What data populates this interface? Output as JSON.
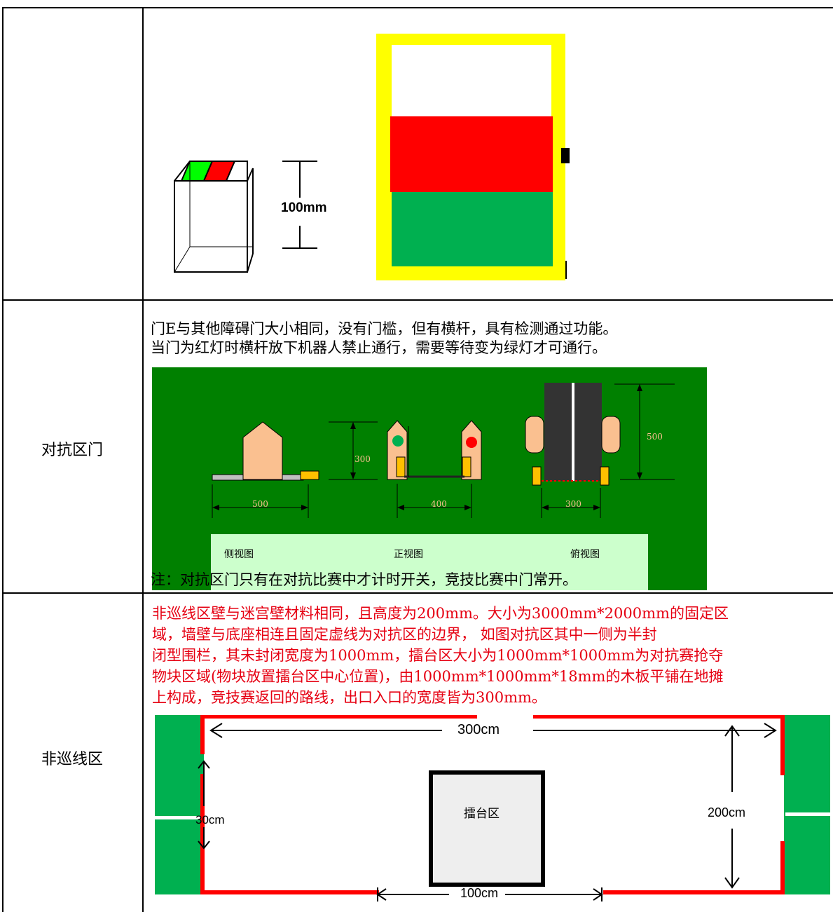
{
  "rows": [
    {
      "label": ""
    },
    {
      "label": "对抗区门"
    },
    {
      "label": "非巡线区"
    }
  ],
  "row1": {
    "dimension": "100mm"
  },
  "row2": {
    "description_line1": "门E与其他障碍门大小相同，没有门槛，但有横杆，具有检测通过功能。",
    "description_line2": "当门为红灯时横杆放下机器人禁止通行，需要等待变为绿灯才可通行。",
    "diagram": {
      "dim_500_side": "500",
      "dim_300": "300",
      "dim_400": "400",
      "dim_300_top": "300",
      "dim_500_top": "500",
      "view_side": "侧视图",
      "view_front": "正视图",
      "view_top": "俯视图"
    },
    "note": "注：对抗区门只有在对抗比赛中才计时开关，竞技比赛中门常开。"
  },
  "row3": {
    "description_lines": [
      "非巡线区壁与迷宫壁材料相同，且高度为200mm。大小为3000mm*2000mm的固定区",
      "域，墙壁与底座相连且固定虚线为对抗区的边界， 如图对抗区其中一侧为半封",
      "闭型围栏，其未封闭宽度为1000mm，擂台区大小为1000mm*1000mm为对抗赛抢夺",
      "物块区域(物块放置擂台区中心位置)，由1000mm*1000mm*18mm的木板平铺在地摊",
      "上构成，竞技赛返回的路线，出口入口的宽度皆为300mm。"
    ],
    "diagram": {
      "width_label": "300cm",
      "height_label": "200cm",
      "gap_label": "30cm",
      "opening_label": "100cm",
      "arena_label": "擂台区"
    }
  },
  "colors": {
    "yellow": "#ffff00",
    "red": "#ff0000",
    "green": "#00b050",
    "field_green": "#008000",
    "light_green": "#ccffcc",
    "skin": "#fac090",
    "dark": "#333333"
  }
}
